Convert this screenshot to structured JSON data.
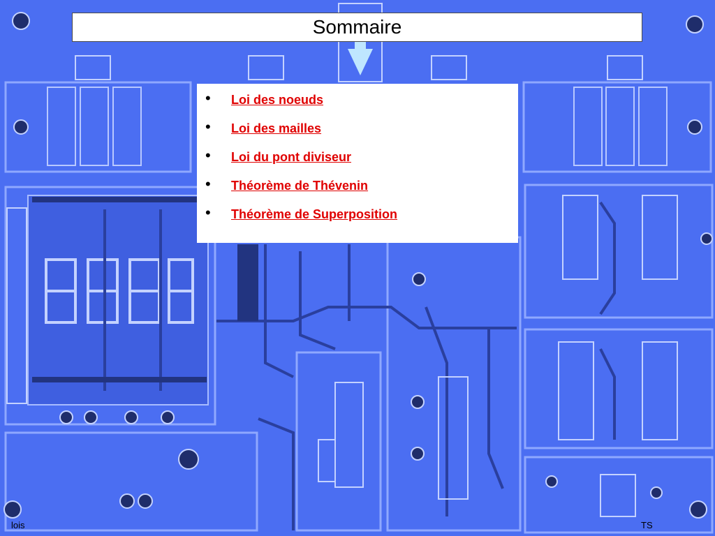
{
  "slide": {
    "title": "Sommaire",
    "items": [
      {
        "label": "Loi des noeuds"
      },
      {
        "label": "Loi des mailles"
      },
      {
        "label": "Loi du pont diviseur"
      },
      {
        "label": "Théorème de Thévenin"
      },
      {
        "label": "Théorème de Superposition"
      }
    ],
    "bullet": "•",
    "footer_left": "lois",
    "footer_right": "TS"
  },
  "colors": {
    "background": "#4a6cf0",
    "link": "#e00000"
  }
}
